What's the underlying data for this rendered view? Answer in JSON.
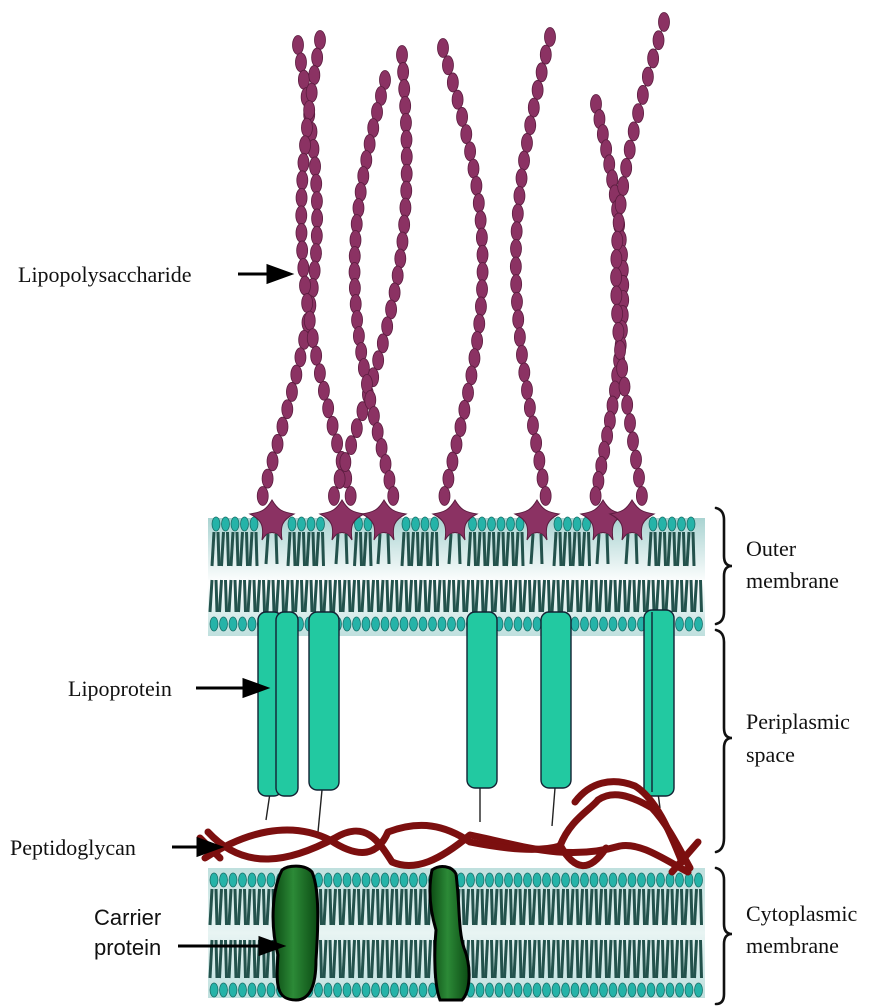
{
  "labels": {
    "lipopolysaccharide": "Lipopolysaccharide",
    "lipoprotein": "Lipoprotein",
    "peptidoglycan": "Peptidoglycan",
    "carrier_protein_line1": "Carrier",
    "carrier_protein_line2": "protein",
    "outer_membrane_line1": "Outer",
    "outer_membrane_line2": "membrane",
    "periplasmic_space_line1": "Periplasmic",
    "periplasmic_space_line2": "space",
    "cytoplasmic_membrane_line1": "Cytoplasmic",
    "cytoplasmic_membrane_line2": "membrane"
  },
  "colors": {
    "lps": "#8b3263",
    "lipid_head": "#25b3a8",
    "lipid_tail": "#23524c",
    "lipoprotein": "#22c9a1",
    "peptidoglycan": "#7c0f0f",
    "carrier_protein": "#0f5e1a",
    "membrane_band": "#cfe6e5"
  }
}
